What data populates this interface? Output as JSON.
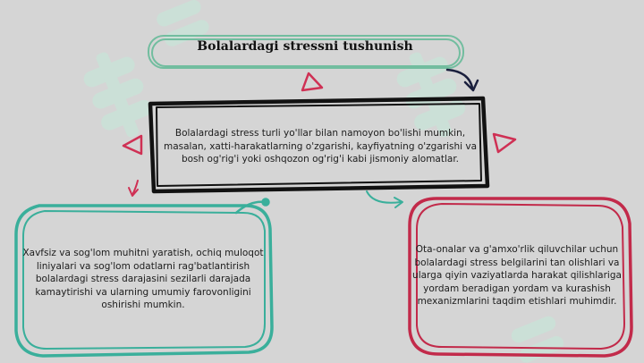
{
  "title": "Bolalardagi stressni tushunish",
  "center_text": "Bolalardagi stress turli yo'llar bilan namoyon bo'lishi mumkin, masalan, xatti-harakatlarning o'zgarishi, kayfiyatning o'zgarishi va bosh og'rig'i yoki oshqozon og'rig'i kabi jismoniy alomatlar.",
  "left_text": "Xavfsiz va sog'lom muhitni yaratish, ochiq muloqot liniyalari va sog'lom odatlarni rag'batlantirish bolalardagi stress darajasini sezilarli darajada kamaytirishi va ularning umumiy farovonligini oshirishi mumkin.",
  "right_text": "Ota-onalar va g'amxo'rlik qiluvchilar uchun bolalardagi stress belgilarini tan olishlari va ularga qiyin vaziyatlarda harakat qilishlariga yordam beradigan yordam va kurashish mexanizmlarini taqdim etishlari muhimdir.",
  "colors": {
    "background": "#d5d5d5",
    "title_outline": "#72bd9f",
    "center_outline": "#121212",
    "left_outline": "#3aaf9b",
    "right_outline": "#c22a4a",
    "triangle": "#cf3054",
    "watermark": "#c7e6d8"
  },
  "decorations": {
    "watermark_icon": "dollar-sign-watermark-icon",
    "triangle_icon": "outlined-triangle-icon",
    "arrow_icon": "curved-arrow-icon"
  }
}
